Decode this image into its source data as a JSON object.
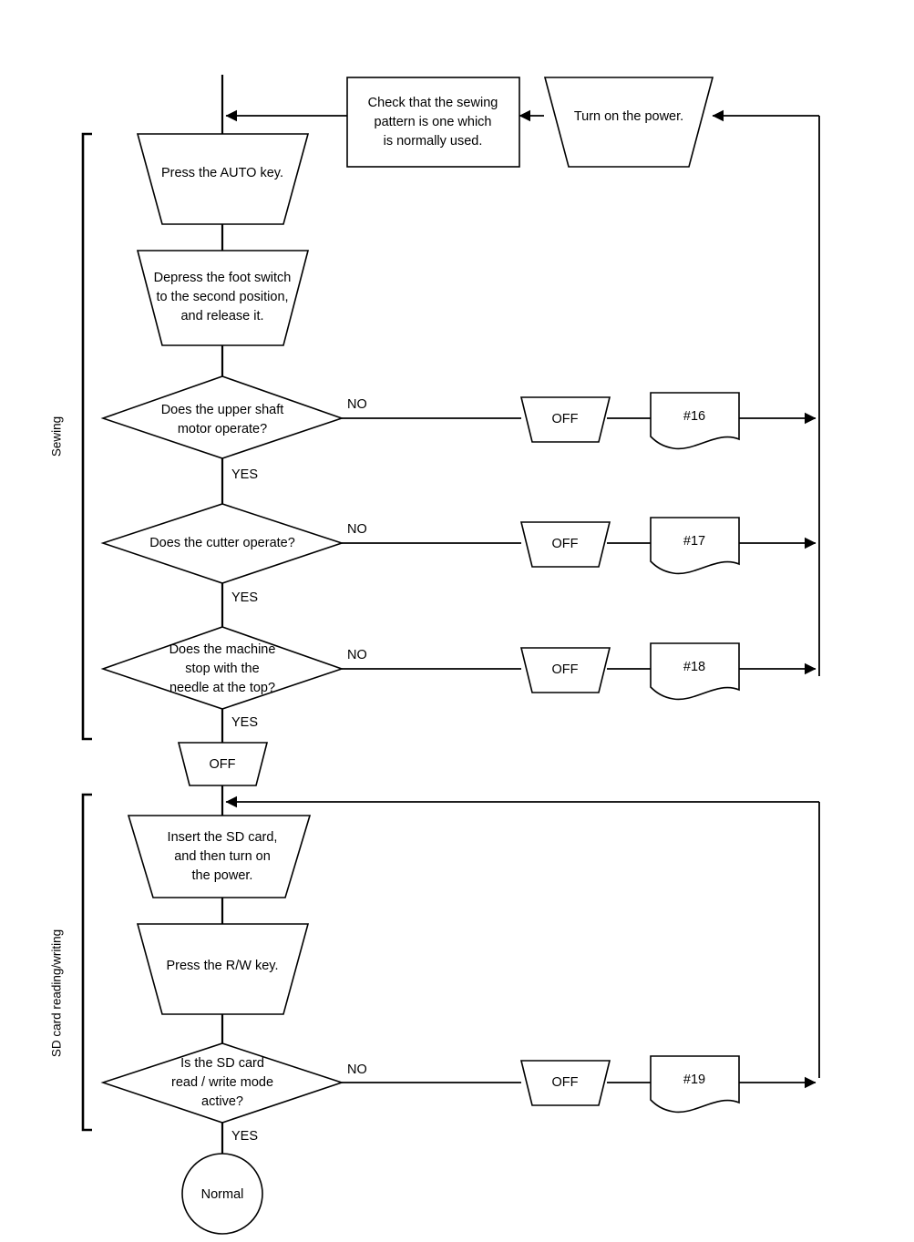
{
  "diagram": {
    "title": "Sewing machine troubleshooting flowchart",
    "background_color": "#ffffff",
    "line_color": "#000000",
    "groups": [
      {
        "id": "group-sewing",
        "label": "Sewing"
      },
      {
        "id": "group-sd",
        "label": "SD card reading/writing"
      }
    ],
    "nodes": {
      "power_on": {
        "shape": "trapezoid",
        "label": "Turn on the power."
      },
      "check_pattern": {
        "shape": "rectangle",
        "line1": "Check that the sewing",
        "line2": "pattern is one which",
        "line3": "is normally used."
      },
      "press_auto": {
        "shape": "trapezoid",
        "label": "Press the AUTO key."
      },
      "foot_switch": {
        "shape": "trapezoid",
        "line1": "Depress the foot switch",
        "line2": "to the second position,",
        "line3": "and release it."
      },
      "q_upper_shaft": {
        "shape": "diamond",
        "line1": "Does the upper shaft",
        "line2": "motor operate?"
      },
      "q_cutter": {
        "shape": "diamond",
        "line1": "Does the cutter operate?"
      },
      "q_needle_top": {
        "shape": "diamond",
        "line1": "Does the machine",
        "line2": "stop with the",
        "line3": "needle at the top?"
      },
      "off_sewing": {
        "shape": "trapezoid",
        "label": "OFF"
      },
      "insert_sd": {
        "shape": "trapezoid",
        "line1": "Insert the SD card,",
        "line2": "and then turn on",
        "line3": "the power."
      },
      "press_rw": {
        "shape": "trapezoid",
        "label": "Press the R/W key."
      },
      "q_sd_mode": {
        "shape": "diamond",
        "line1": "Is the SD card",
        "line2": "read / write mode",
        "line3": "active?"
      },
      "normal": {
        "shape": "circle",
        "label": "Normal"
      },
      "off_16": {
        "shape": "trapezoid",
        "label": "OFF"
      },
      "off_17": {
        "shape": "trapezoid",
        "label": "OFF"
      },
      "off_18": {
        "shape": "trapezoid",
        "label": "OFF"
      },
      "off_19": {
        "shape": "trapezoid",
        "label": "OFF"
      },
      "ref_16": {
        "shape": "document",
        "label": "#16"
      },
      "ref_17": {
        "shape": "document",
        "label": "#17"
      },
      "ref_18": {
        "shape": "document",
        "label": "#18"
      },
      "ref_19": {
        "shape": "document",
        "label": "#19"
      }
    },
    "edge_labels": {
      "no_1": "NO",
      "no_2": "NO",
      "no_3": "NO",
      "no_4": "NO",
      "yes_1": "YES",
      "yes_2": "YES",
      "yes_3": "YES",
      "yes_4": "YES"
    }
  }
}
